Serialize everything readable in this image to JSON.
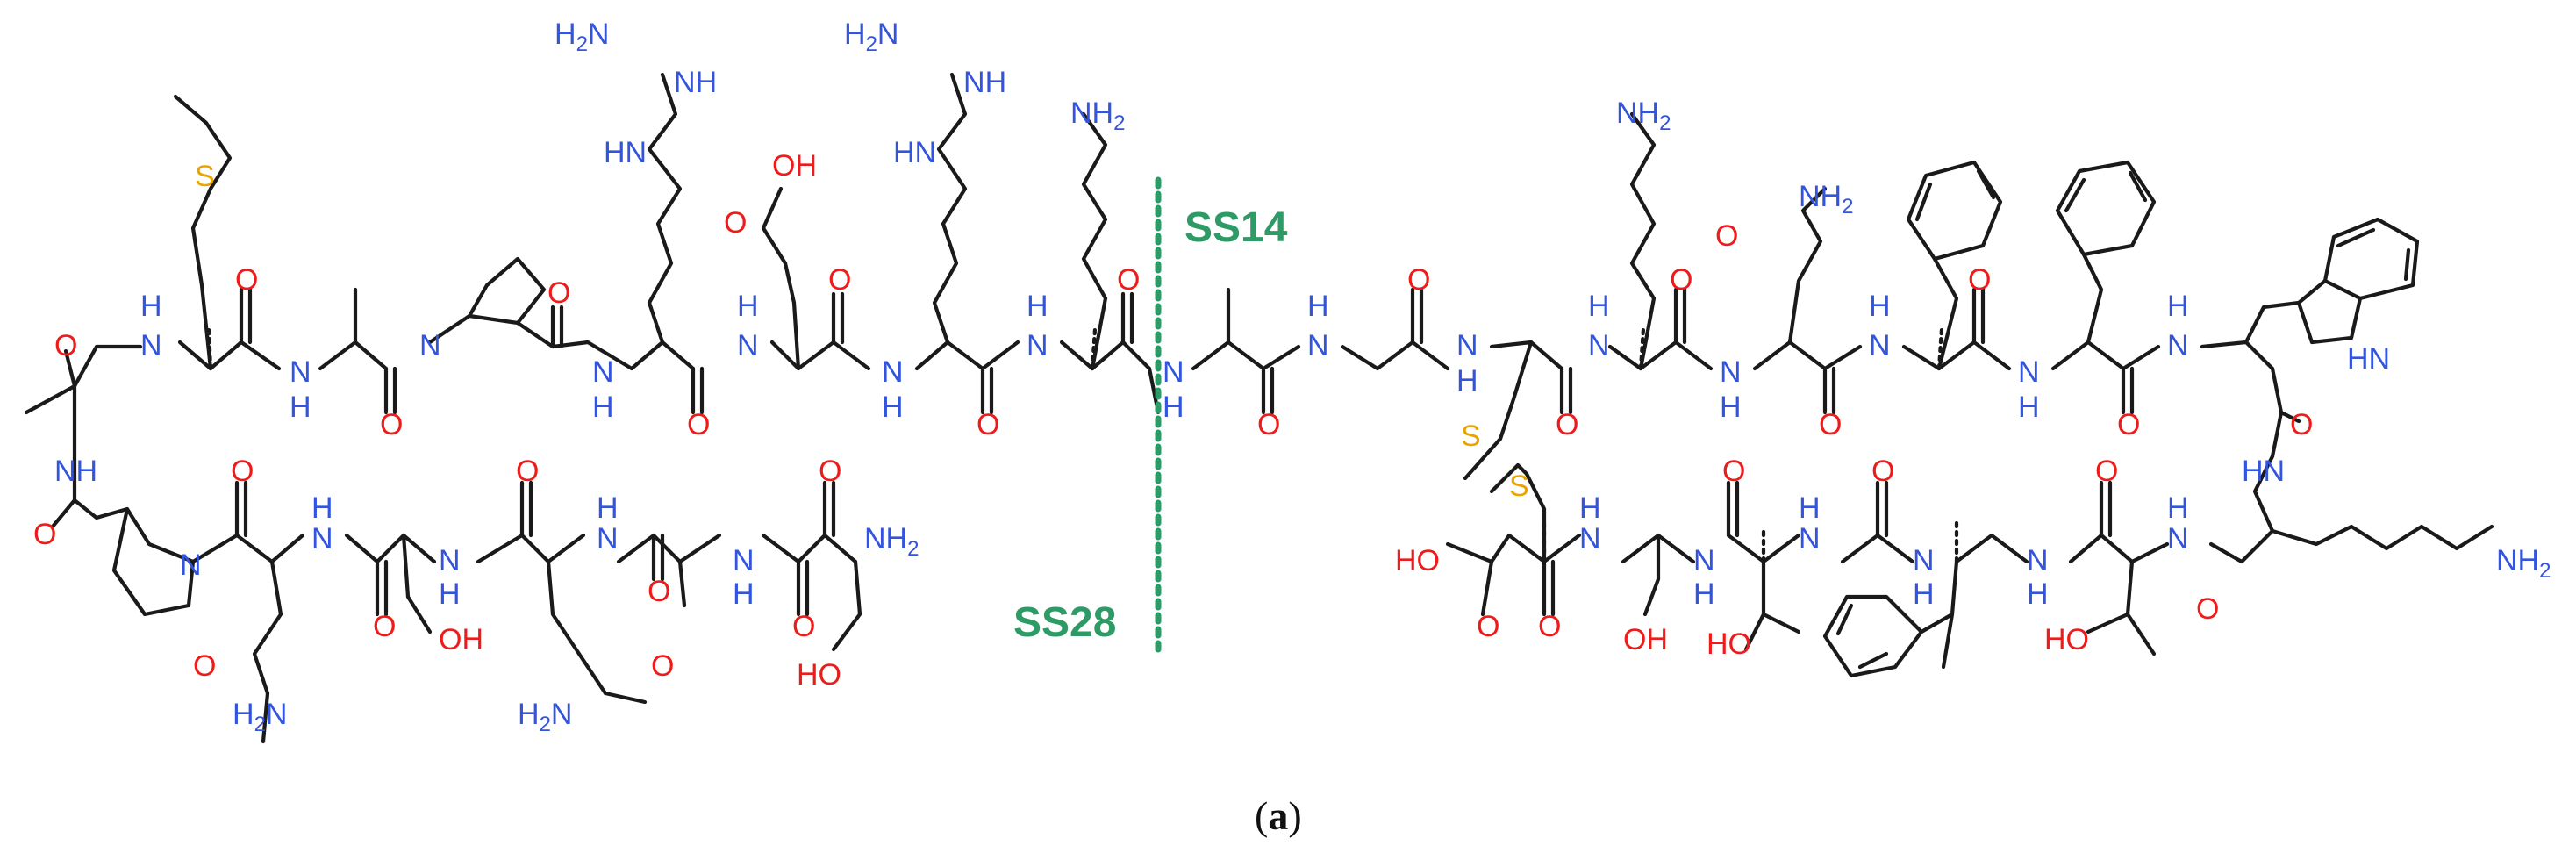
{
  "colors": {
    "bond": "#1a1a1a",
    "nitrogen": "#3355dd",
    "oxygen": "#ee1b1b",
    "sulfur": "#e9a400",
    "marker": "#2e9a66"
  },
  "labels": {
    "ss14": "SS14",
    "ss28": "SS28",
    "caption_open": "(",
    "caption_letter": "a",
    "caption_close": ")"
  },
  "atoms": {
    "nh": "NH",
    "n": "N",
    "o": "O",
    "h": "H",
    "s": "S",
    "nh2": "NH",
    "h2n": "H",
    "sub2": "2",
    "oh": "OH",
    "ho": "HO",
    "h_n": "HN"
  }
}
